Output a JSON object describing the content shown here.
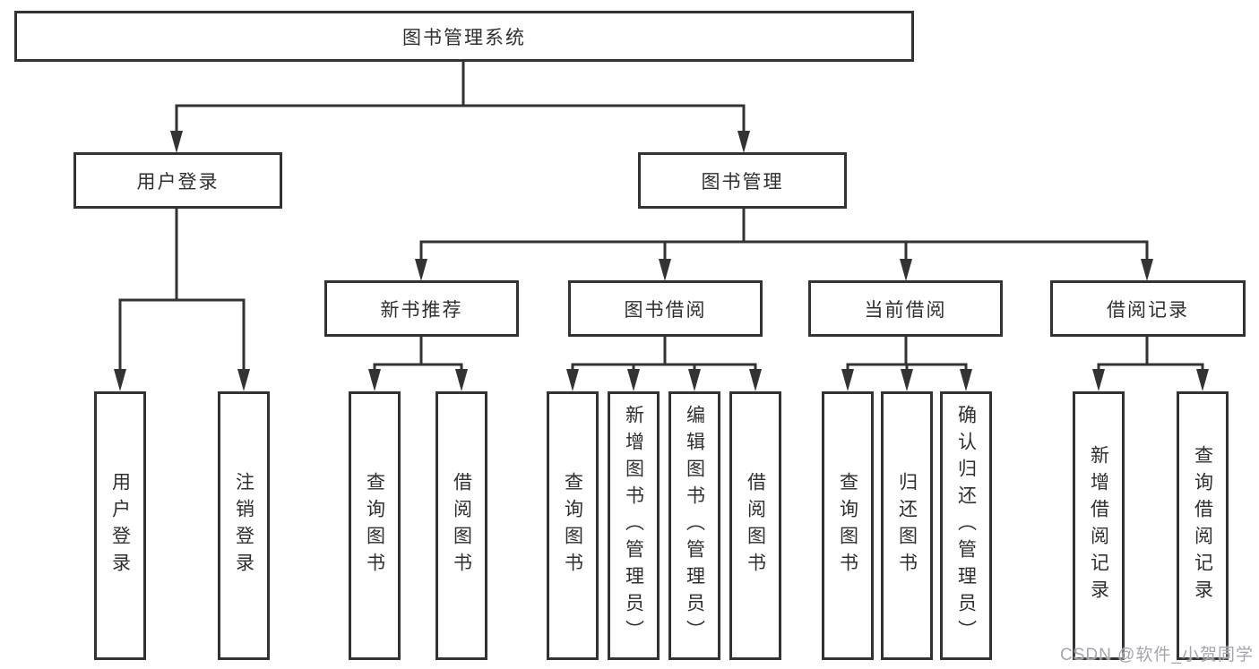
{
  "diagram": {
    "root": {
      "label": "图书管理系统"
    },
    "level2": [
      {
        "label": "用户登录",
        "children": [
          {
            "label": "用户登录"
          },
          {
            "label": "注销登录"
          }
        ]
      },
      {
        "label": "图书管理",
        "children": [
          {
            "label": "新书推荐",
            "children": [
              {
                "label": "查询图书"
              },
              {
                "label": "借阅图书"
              }
            ]
          },
          {
            "label": "图书借阅",
            "children": [
              {
                "label": "查询图书"
              },
              {
                "label": "新增图书（管理员）"
              },
              {
                "label": "编辑图书（管理员）"
              },
              {
                "label": "借阅图书"
              }
            ]
          },
          {
            "label": "当前借阅",
            "children": [
              {
                "label": "查询图书"
              },
              {
                "label": "归还图书"
              },
              {
                "label": "确认归还（管理员）"
              }
            ]
          },
          {
            "label": "借阅记录",
            "children": [
              {
                "label": "新增借阅记录"
              },
              {
                "label": "查询借阅记录"
              }
            ]
          }
        ]
      }
    ]
  },
  "watermark": {
    "text": "CSDN @软件_小贺同学"
  },
  "colors": {
    "line": "#333333",
    "text": "#2f2f2f",
    "background": "#ffffff",
    "watermark": "#a5a5af"
  }
}
